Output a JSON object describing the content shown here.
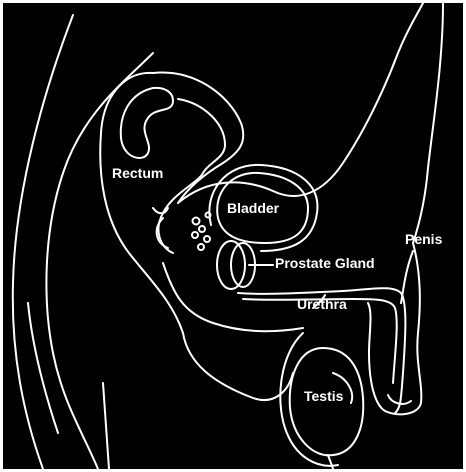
{
  "colors": {
    "background": "#000000",
    "stroke": "#ffffff",
    "border": "#ffffff"
  },
  "labels": {
    "rectum": "Rectum",
    "bladder": "Bladder",
    "prostate_gland": "Prostate Gland",
    "penis": "Penis",
    "urethra": "Urethra",
    "testis": "Testis"
  }
}
